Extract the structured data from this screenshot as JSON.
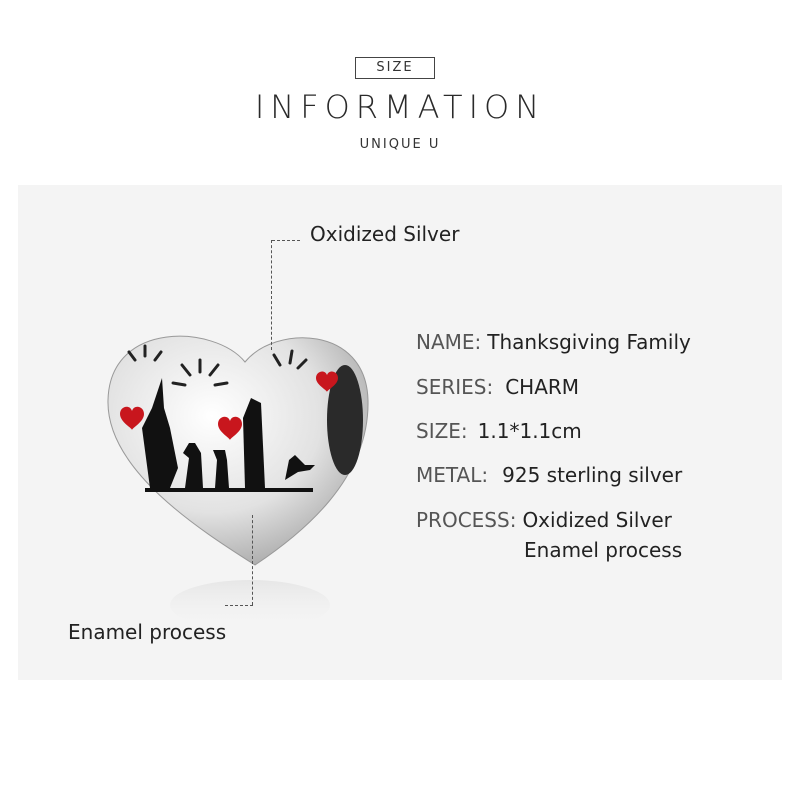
{
  "header": {
    "size_label": "SIZE",
    "title": "INFORMATION",
    "subtitle": "UNIQUE U"
  },
  "callouts": {
    "top": "Oxidized Silver",
    "bottom": "Enamel process"
  },
  "specs": [
    {
      "label": "NAME:",
      "value": "Thanksgiving Family"
    },
    {
      "label": "SERIES:",
      "value": "CHARM"
    },
    {
      "label": "SIZE:",
      "value": "1.1*1.1cm"
    },
    {
      "label": "METAL:",
      "value": "925 sterling silver"
    },
    {
      "label": "PROCESS:",
      "value": "Oxidized Silver",
      "value2": "Enamel process"
    }
  ],
  "colors": {
    "panel": "#f4f4f4",
    "enamel": "#c8161d",
    "oxidized": "#1a1a1a"
  }
}
